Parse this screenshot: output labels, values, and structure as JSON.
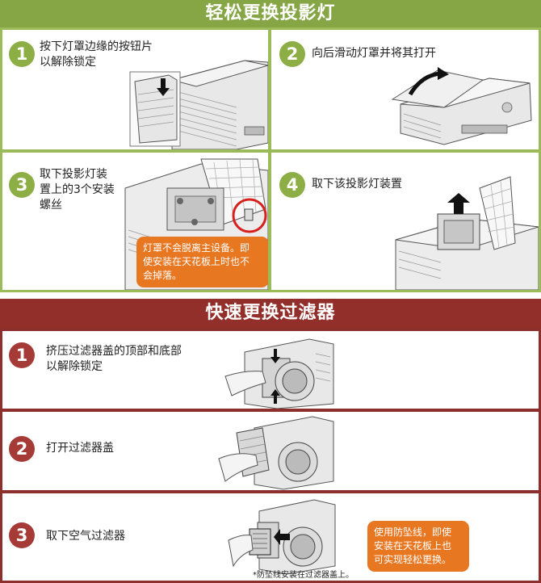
{
  "lamp": {
    "title": "轻松更换投影灯",
    "steps": [
      {
        "num": "1",
        "line1": "按下灯罩边缘的按钮片",
        "line2": "以解除锁定",
        "line3": ""
      },
      {
        "num": "2",
        "line1": "向后滑动灯罩并将其打开",
        "line2": "",
        "line3": ""
      },
      {
        "num": "3",
        "line1": "取下投影灯装",
        "line2": "置上的3个安装",
        "line3": "螺丝"
      },
      {
        "num": "4",
        "line1": "取下该投影灯装置",
        "line2": "",
        "line3": ""
      }
    ],
    "note": {
      "line1": "灯罩不会脱离主设备。即",
      "line2": "使安装在天花板上时也不",
      "line3": "会掉落。"
    }
  },
  "filter": {
    "title": "快速更换过滤器",
    "steps": [
      {
        "num": "1",
        "line1": "挤压过滤器盖的顶部和底部",
        "line2": "以解除锁定"
      },
      {
        "num": "2",
        "line1": "打开过滤器盖",
        "line2": ""
      },
      {
        "num": "3",
        "line1": "取下空气过滤器",
        "line2": ""
      }
    ],
    "note": {
      "line1": "使用防坠线，即使",
      "line2": "安装在天花板上也",
      "line3": "可实现轻松更换。"
    },
    "footnote": "*防坠线安装在过滤器盖上。"
  },
  "colors": {
    "lamp_green": "#9bbb59",
    "filter_red": "#8d2f2c",
    "note_orange": "#e87722"
  }
}
